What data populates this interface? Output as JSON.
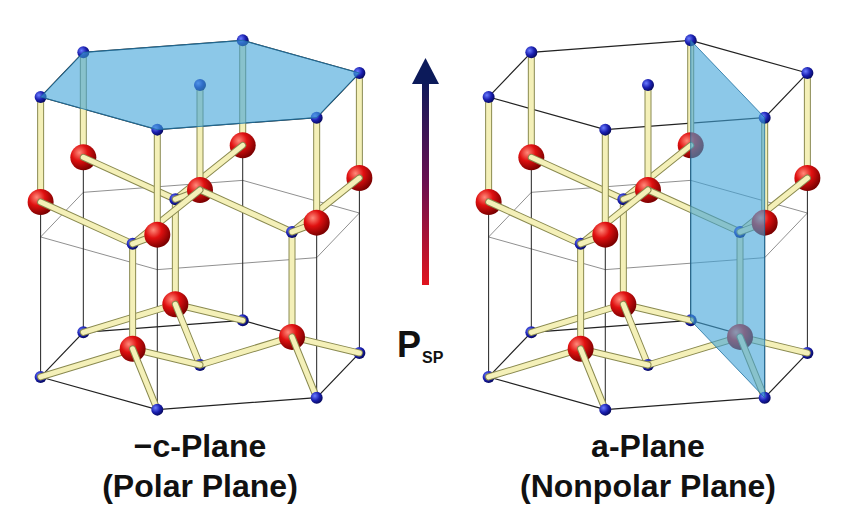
{
  "diagram": {
    "labels": [
      "−c-Plane",
      "(Polar Plane)",
      "a-Plane",
      "(Nonpolar Plane)",
      "P",
      "SP"
    ]
  }
}
